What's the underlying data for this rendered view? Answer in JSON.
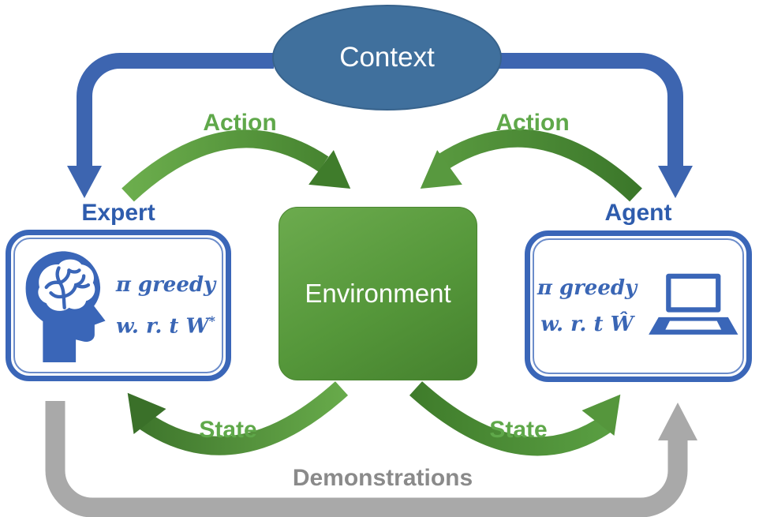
{
  "nodes": {
    "context": {
      "label": "Context"
    },
    "environment": {
      "label": "Environment"
    },
    "expert": {
      "label": "Expert",
      "policy_line1": "π greedy",
      "policy_line2": "w. r. t W",
      "policy_sup": "*"
    },
    "agent": {
      "label": "Agent",
      "policy_line1": "π greedy",
      "policy_line2": "w. r. t Ŵ"
    }
  },
  "edges": {
    "action_left": {
      "label": "Action"
    },
    "action_right": {
      "label": "Action"
    },
    "state_left": {
      "label": "State"
    },
    "state_right": {
      "label": "State"
    },
    "demonstrations": {
      "label": "Demonstrations"
    }
  },
  "icons": {
    "expert": "brain-head-icon",
    "agent": "laptop-icon"
  },
  "colors": {
    "context_fill": "#40709d",
    "blue_arrow": "#3d65b0",
    "blue_text": "#2e5cad",
    "box_border_blue": "#3a66b8",
    "green_label": "#5fa84a",
    "green_light": "#6cae4d",
    "green_dark": "#3f7c2b",
    "env_green_top": "#6cab4e",
    "env_green_bottom": "#45812e",
    "gray_arrow": "#a9a9a9",
    "gray_label": "#8a8a8a"
  }
}
